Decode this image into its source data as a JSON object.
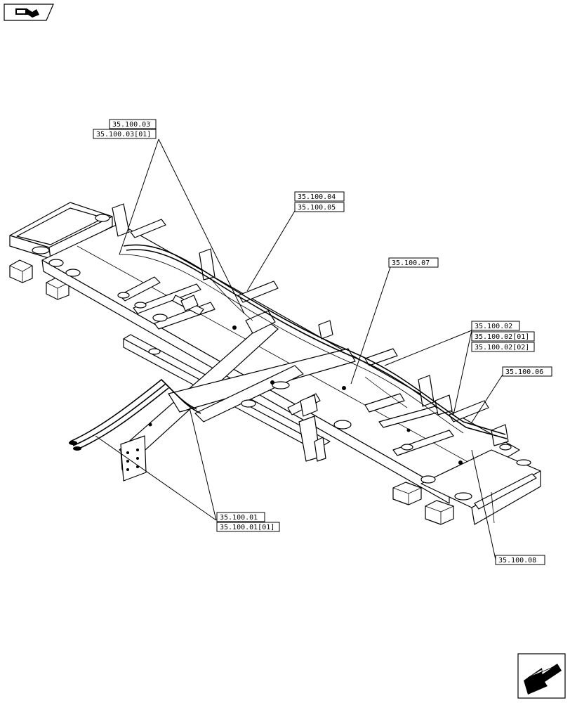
{
  "callouts": [
    {
      "id": "c1",
      "labels": [
        "35.100.03",
        "35.100.03[01]"
      ]
    },
    {
      "id": "c2",
      "labels": [
        "35.100.04",
        "35.100.05"
      ]
    },
    {
      "id": "c3",
      "labels": [
        "35.100.07"
      ]
    },
    {
      "id": "c4",
      "labels": [
        "35.100.02",
        "35.100.02[01]",
        "35.100.02[02]"
      ]
    },
    {
      "id": "c5",
      "labels": [
        "35.100.06"
      ]
    },
    {
      "id": "c6",
      "labels": [
        "35.100.01",
        "35.100.01[01]"
      ]
    },
    {
      "id": "c7",
      "labels": [
        "35.100.08"
      ]
    }
  ],
  "icons": {
    "top_left": "book-arrow-icon",
    "bottom_right": "next-page-arrow-icon"
  }
}
